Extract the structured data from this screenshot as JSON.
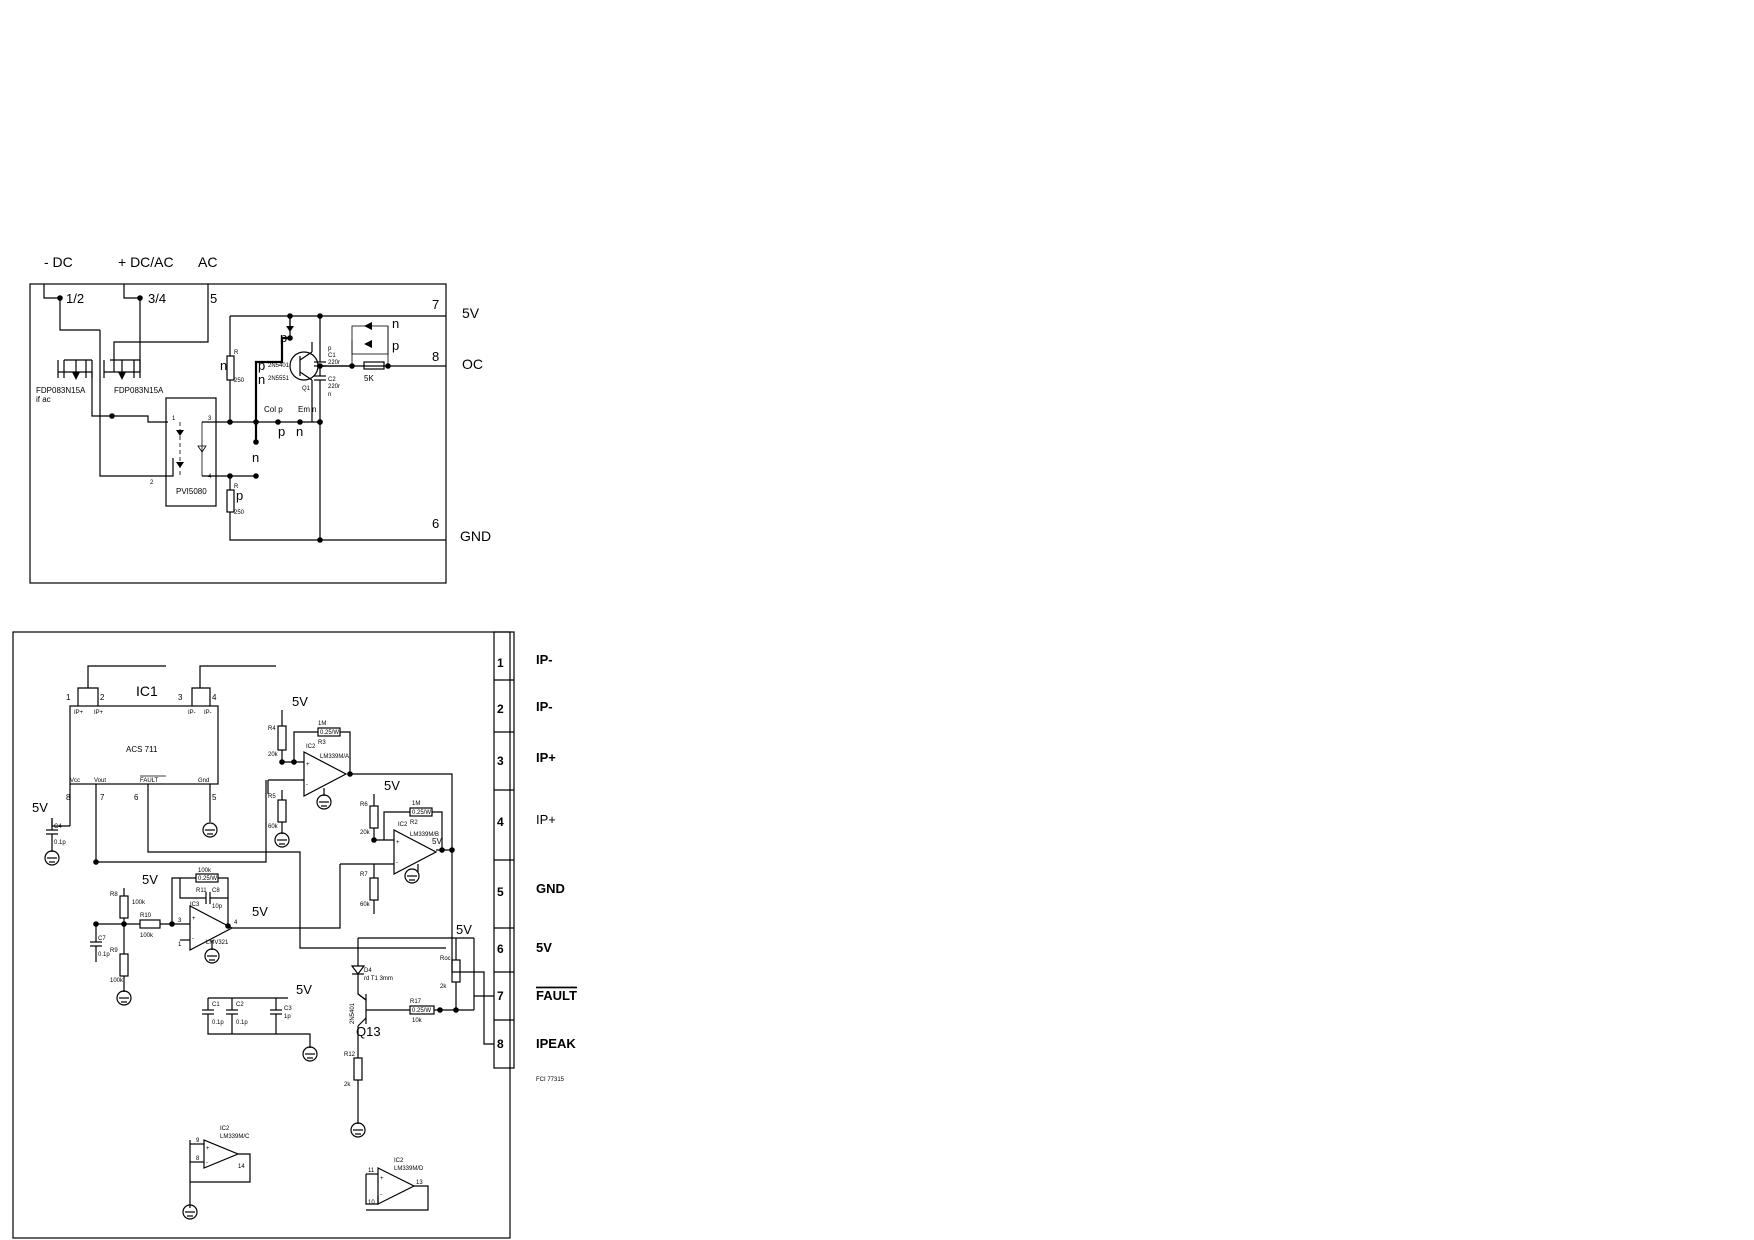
{
  "top": {
    "terminals": [
      {
        "num": "1/2",
        "label": "- DC"
      },
      {
        "num": "3/4",
        "label": "+ DC/AC"
      },
      {
        "num": "5",
        "label": "AC"
      },
      {
        "num": "7",
        "label": "5V"
      },
      {
        "num": "8",
        "label": "OC"
      },
      {
        "num": "6",
        "label": "GND"
      }
    ],
    "mosfet_left": "FDP083N15A",
    "mosfet_left_note": "if ac",
    "mosfet_right": "FDP083N15A",
    "opto": "PVI5080",
    "opto_pin1": "1",
    "opto_pin2": "2",
    "opto_pin3": "3",
    "opto_pin4": "4",
    "r_letter": "R",
    "r_value": "250",
    "transistor_pnp": "2N5401",
    "transistor_npn": "2N5551",
    "q1": "Q1",
    "c1_name": "C1",
    "c2_name": "C2",
    "cap_value": "220r",
    "r5k": "5K",
    "col_label": "Col p",
    "em_label": "Em",
    "n": "n",
    "p": "p"
  },
  "bottom": {
    "ic1": {
      "name": "IC1",
      "part": "ACS 711",
      "vcc": "Vcc",
      "vout": "Vout",
      "fault": "FAULT",
      "gnd": "Gnd",
      "pins": [
        "1",
        "2",
        "3",
        "4",
        "8",
        "7",
        "6",
        "5"
      ],
      "ipp": "IP+",
      "ipm": "IP-"
    },
    "supply": "5V",
    "ic2a": {
      "name": "IC2",
      "part": "LM339M/A"
    },
    "ic2b": {
      "name": "IC2",
      "part": "LM339M/B"
    },
    "ic2c": {
      "name": "IC2",
      "part": "LM339M/C"
    },
    "ic2d": {
      "name": "IC2",
      "part": "LM339M/D"
    },
    "ic3": {
      "name": "IC3",
      "part": "LMV321"
    },
    "q13": "Q13",
    "q13_part": "2N5401",
    "d4": "D4",
    "d4_note": "rd T1 3mm",
    "pwr": "0.25/W",
    "res": {
      "r1m": "1M",
      "r20k": "20k",
      "r60k": "60k",
      "r100k": "100k",
      "r10k": "10k",
      "r2k": "2k",
      "r3": "R3",
      "r2": "R2",
      "r4": "R4",
      "r5": "R5",
      "r6": "R6",
      "r7": "R7",
      "r8": "R8",
      "r9": "R9",
      "r10": "R10",
      "r11": "R11",
      "r12": "R12",
      "r17": "R17",
      "roc": "Roc"
    },
    "caps": {
      "c4": "C4",
      "c7": "C7",
      "c1": "C1",
      "c2": "C2",
      "c3": "C3",
      "c8": "C8",
      "v01": "0.1p",
      "v1": "1p",
      "v10": "10p"
    },
    "connector": [
      {
        "num": "1",
        "label": "IP-"
      },
      {
        "num": "2",
        "label": "IP-"
      },
      {
        "num": "3",
        "label": "IP+"
      },
      {
        "num": "4",
        "label": "IP+"
      },
      {
        "num": "5",
        "label": "GND"
      },
      {
        "num": "6",
        "label": "5V"
      },
      {
        "num": "7",
        "label": "FAULT"
      },
      {
        "num": "8",
        "label": "IPEAK"
      }
    ],
    "ref": "FCI 77315"
  }
}
